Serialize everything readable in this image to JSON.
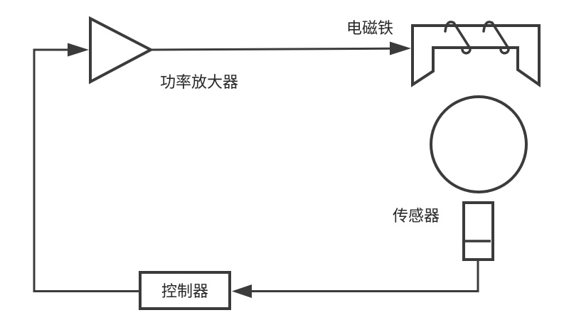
{
  "colors": {
    "line": "#3b3b3b",
    "text": "#272727",
    "background": "#ffffff"
  },
  "labels": {
    "power_amplifier": "功率放大器",
    "electromagnet": "电磁铁",
    "sensor": "传感器",
    "controller": "控制器"
  },
  "components": [
    {
      "name": "power-amplifier",
      "shape": "triangle",
      "label": "功率放大器"
    },
    {
      "name": "electromagnet",
      "shape": "u-core-with-coil-windings",
      "label": "电磁铁"
    },
    {
      "name": "levitated-ball",
      "shape": "circle",
      "label": ""
    },
    {
      "name": "sensor",
      "shape": "divided-rectangle",
      "label": "传感器"
    },
    {
      "name": "controller",
      "shape": "rectangle",
      "label": "控制器"
    }
  ],
  "connections": [
    {
      "from": "controller",
      "to": "power-amplifier",
      "type": "arrow"
    },
    {
      "from": "power-amplifier",
      "to": "electromagnet",
      "type": "arrow"
    },
    {
      "from": "sensor",
      "to": "controller",
      "type": "arrow"
    }
  ]
}
